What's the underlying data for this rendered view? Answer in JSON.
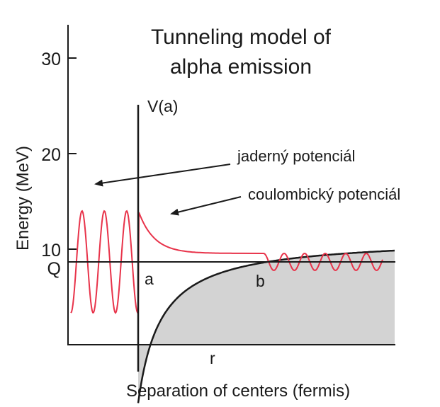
{
  "title": {
    "line1": "Tunneling model of",
    "line2": "alpha emission"
  },
  "y_axis": {
    "label": "Energy (MeV)",
    "ticks": [
      "30",
      "20",
      "10"
    ],
    "q_label": "Q"
  },
  "x_axis": {
    "label": "Separation of centers (fermis)",
    "r_label": "r"
  },
  "points": {
    "a": "a",
    "b": "b",
    "barrier_top": "V(a)"
  },
  "annotations": {
    "nuclear": "jaderný potenciál",
    "coulomb": "coulombický potenciál"
  },
  "colors": {
    "barrier_fill": "#d3d3d3",
    "wave": "#e8334a",
    "axis": "#1a1a1a"
  }
}
